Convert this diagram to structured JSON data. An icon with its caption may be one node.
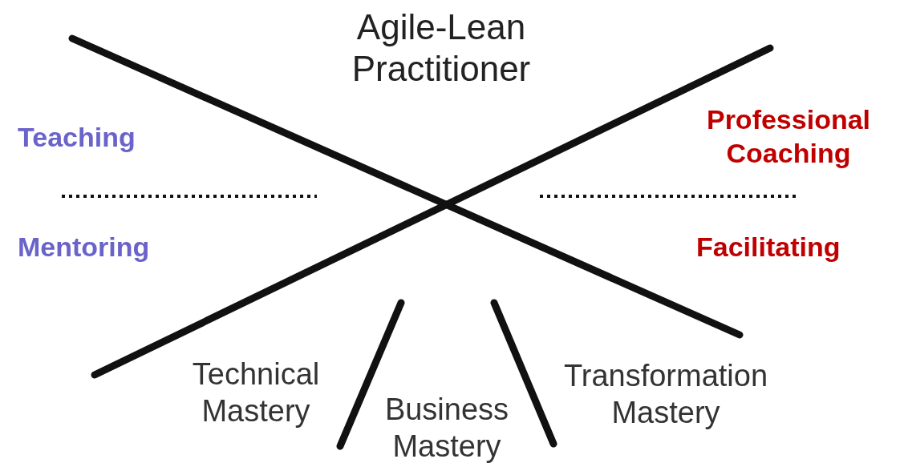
{
  "diagram": {
    "labels": [
      "Agile-Lean Practitioner",
      "Teaching",
      "Professional Coaching",
      "Mentoring",
      "Facilitating",
      "Technical Mastery",
      "Business Mastery",
      "Transformation Mastery"
    ]
  }
}
